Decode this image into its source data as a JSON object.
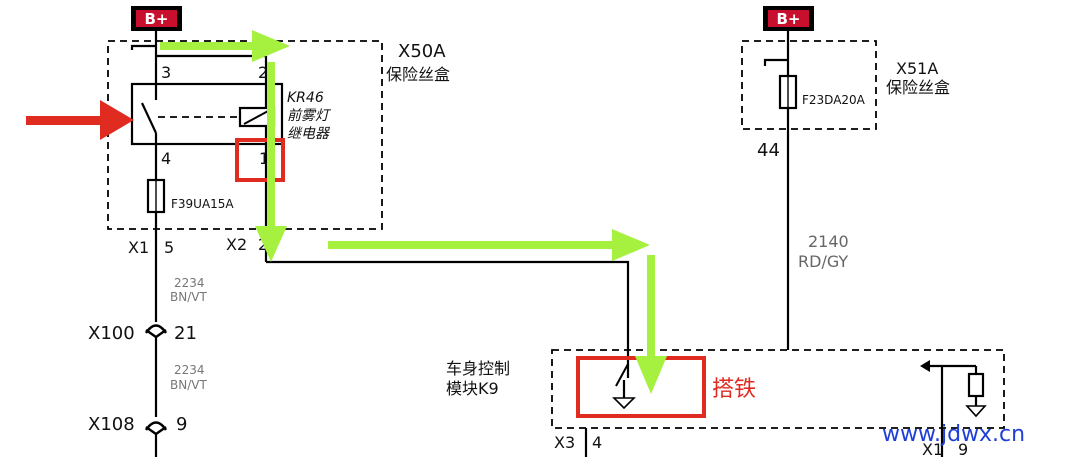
{
  "supply_left": "B+",
  "supply_right": "B+",
  "fusebox_left": {
    "id": "X50A",
    "name": "保险丝盒"
  },
  "fusebox_right": {
    "id": "X51A",
    "name": "保险丝盒"
  },
  "relay": {
    "id": "KR46",
    "name_line1": "前雾灯",
    "name_line2": "继电器"
  },
  "pins": {
    "p3": "3",
    "p2": "2",
    "p4": "4",
    "p1": "1",
    "x1_pin": "5",
    "x2_pin": "2",
    "p44": "44",
    "x3_pin": "4",
    "x1_right_pin": "9"
  },
  "fuse_left": "F39UA15A",
  "fuse_right": "F23DA20A",
  "connectors": {
    "x1": "X1",
    "x2": "X2",
    "x100": "X100",
    "x100_pin": "21",
    "x108": "X108",
    "x108_pin": "9",
    "x3": "X3",
    "x1_right": "X1"
  },
  "wire_left": {
    "top_code": "2234",
    "top_color": "BN/VT",
    "bottom_code": "2234",
    "bottom_color": "BN/VT"
  },
  "wire_right": {
    "code": "2140",
    "color": "RD/GY"
  },
  "module": {
    "line1": "车身控制",
    "line2": "模块K9"
  },
  "annotation": "搭铁",
  "watermark": "www.jdwx.cn",
  "colors": {
    "highlight_arrow": "#a6f040",
    "mark_red": "#e02b20",
    "watermark": "#1e3fd8"
  }
}
